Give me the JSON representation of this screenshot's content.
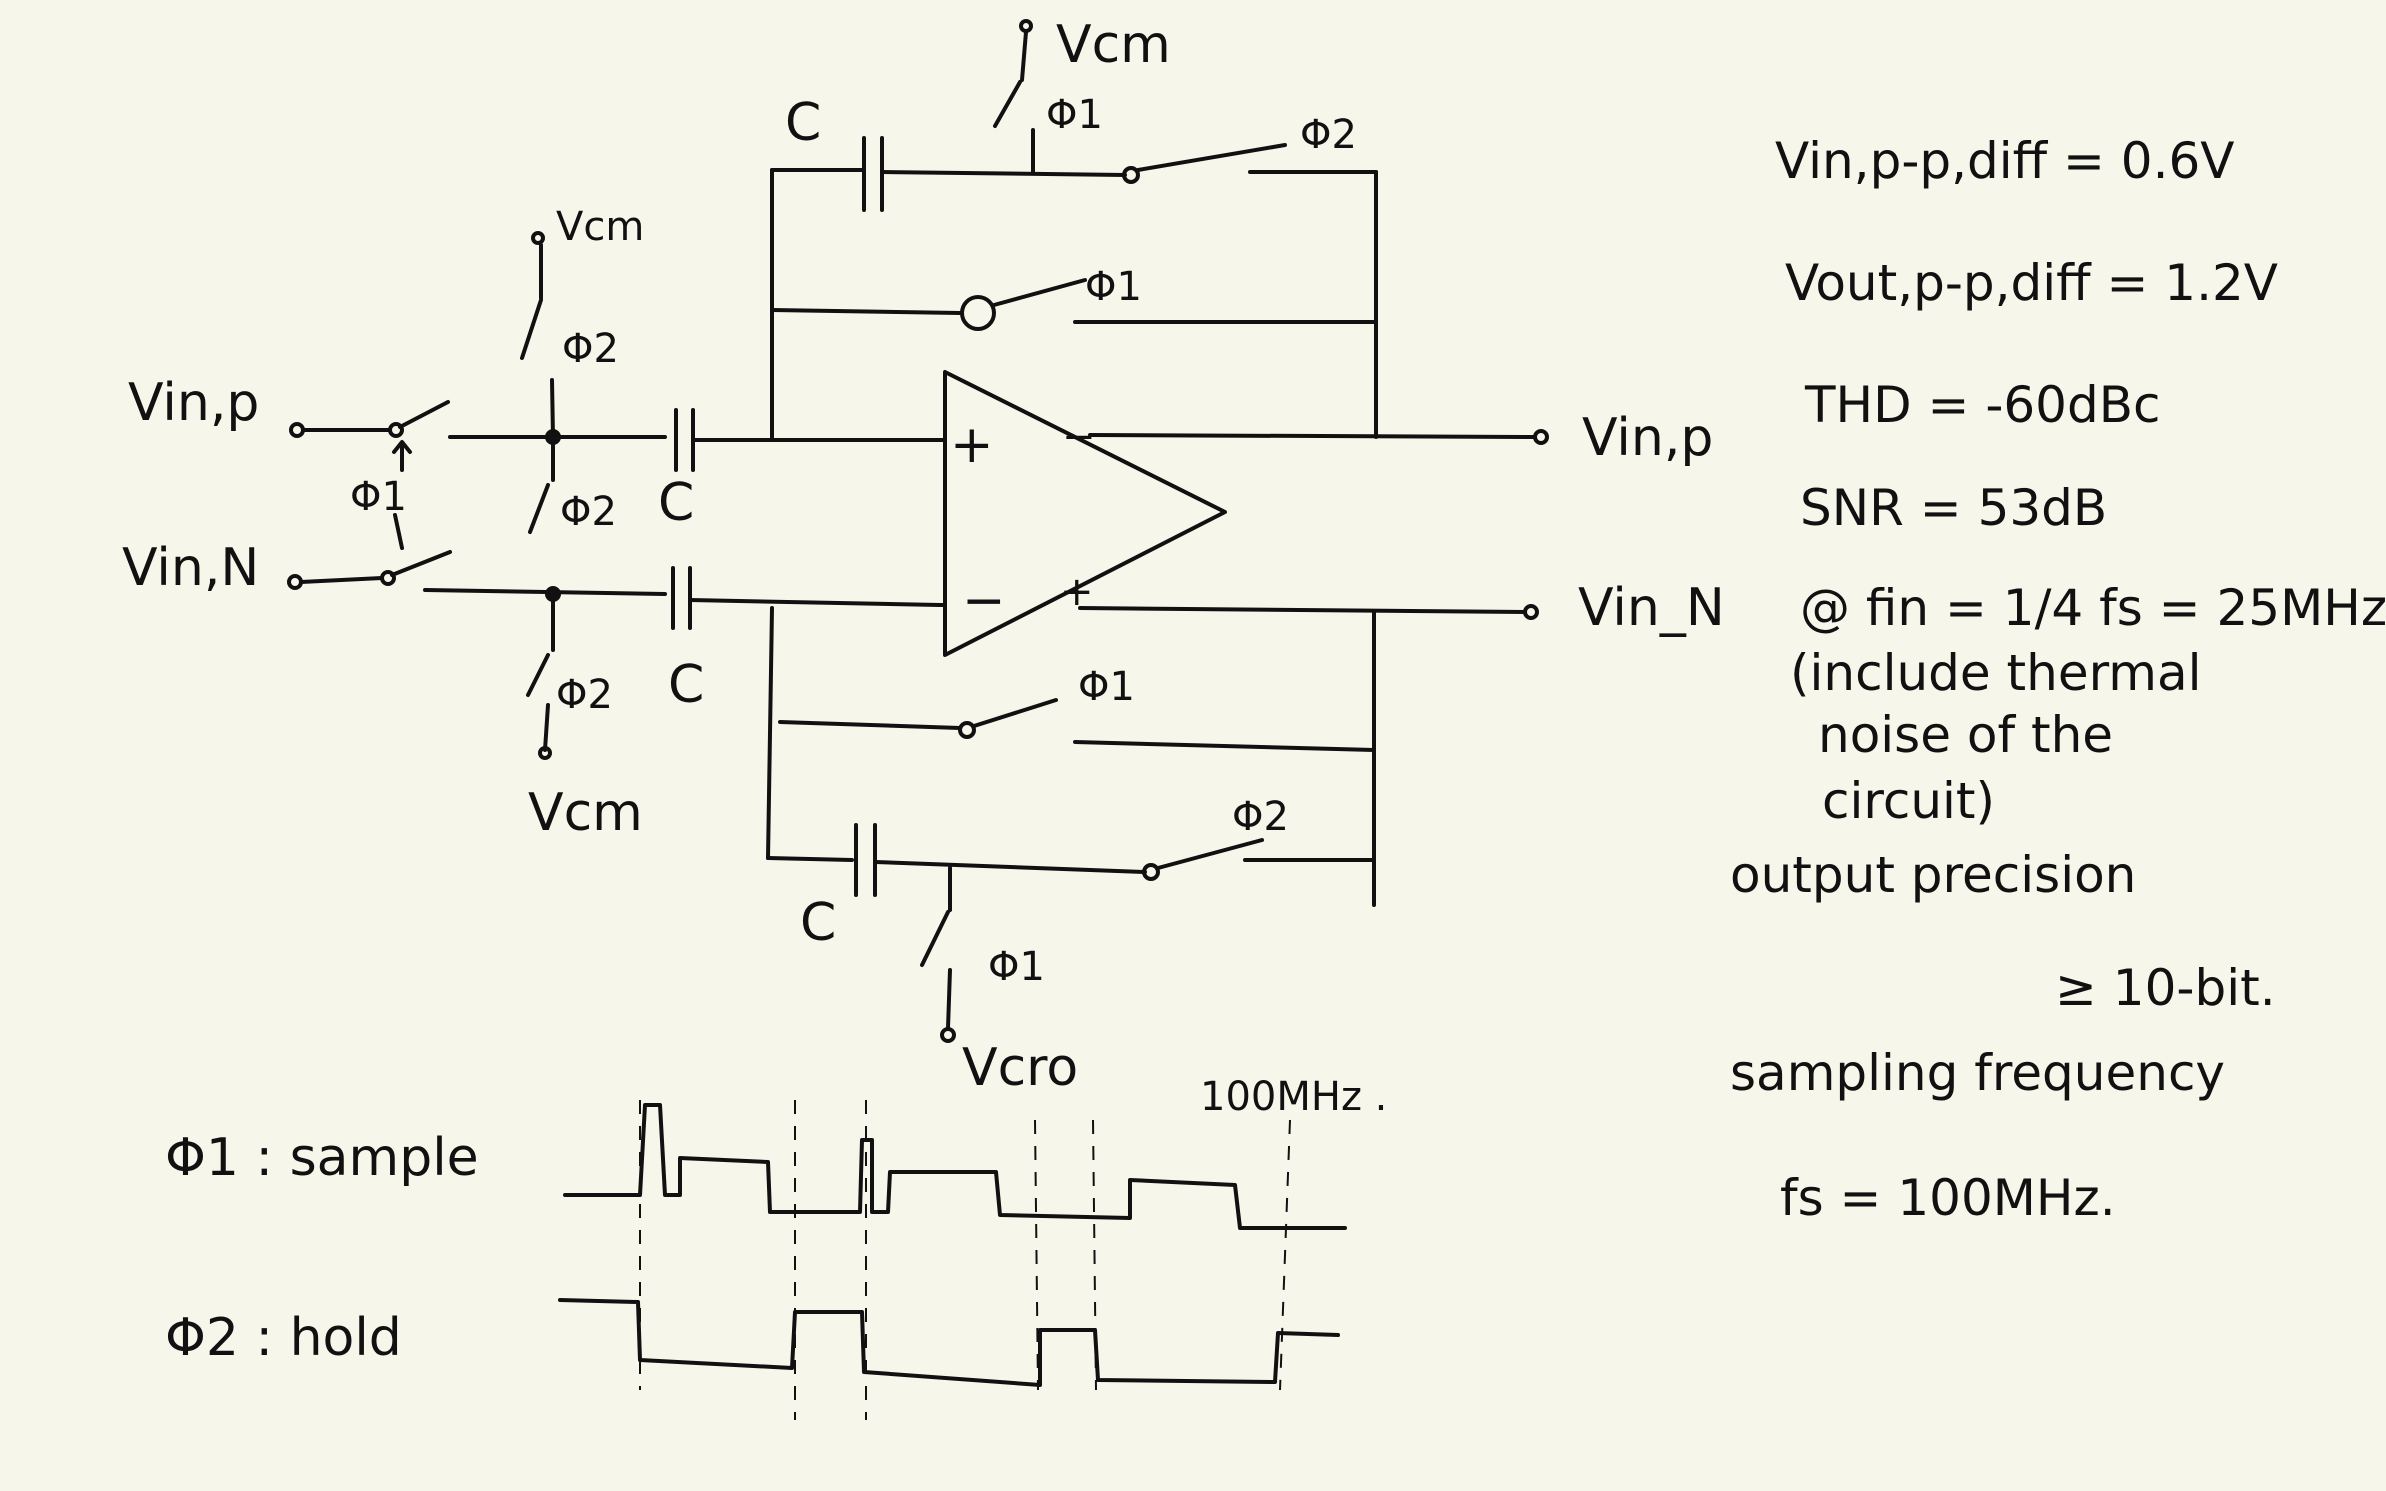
{
  "circuit": {
    "inputs": {
      "p": "Vin,p",
      "n": "Vin,N"
    },
    "outputs": {
      "p": "Vin,p",
      "n": "Vin_N"
    },
    "vcm": "Vcm",
    "vcm_bottom": "Vcro",
    "cap": "C",
    "phi1": "Φ1",
    "phi2": "Φ2",
    "opamp_plus": "+",
    "opamp_minus": "−"
  },
  "specs": {
    "vin": "Vin,p-p,diff = 0.6V",
    "vout": "Vout,p-p,diff = 1.2V",
    "thd": "THD = -60dBc",
    "snr": "SNR = 53dB",
    "fin": "@ fin = 1/4 fs = 25MHz.",
    "note1": "(include thermal",
    "note2": "noise of the",
    "note3": "circuit)",
    "prec1": "output precision",
    "prec2": "≥ 10-bit.",
    "fs1": "sampling frequency",
    "fs2": "fs = 100MHz."
  },
  "timing": {
    "phi1_label": "Φ1 : sample",
    "phi2_label": "Φ2 : hold",
    "freq": "100MHz ."
  }
}
